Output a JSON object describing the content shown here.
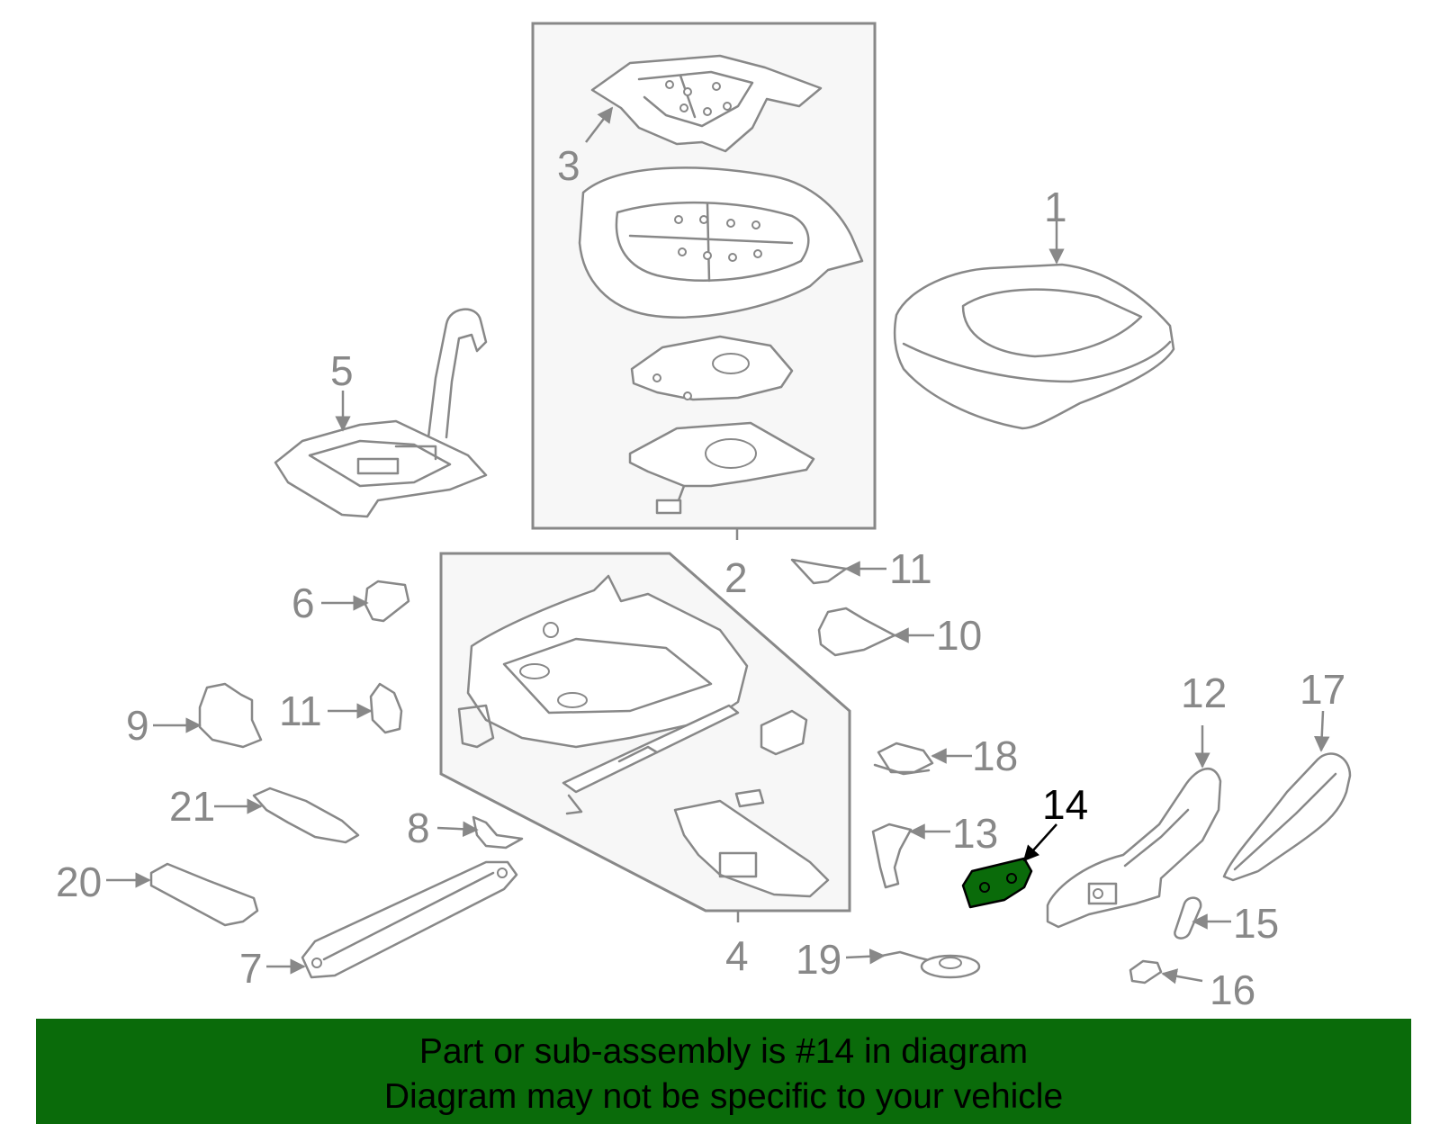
{
  "colors": {
    "line": "#888888",
    "highlight_fill": "#0a6b0a",
    "highlight_label": "#000000",
    "banner_bg": "#0a6b0a"
  },
  "callouts": {
    "c1": "1",
    "c2": "2",
    "c3": "3",
    "c4": "4",
    "c5": "5",
    "c6": "6",
    "c7": "7",
    "c8": "8",
    "c9": "9",
    "c10": "10",
    "c11a": "11",
    "c11b": "11",
    "c12": "12",
    "c13": "13",
    "c14": "14",
    "c15": "15",
    "c16": "16",
    "c17": "17",
    "c18": "18",
    "c19": "19",
    "c20": "20",
    "c21": "21"
  },
  "highlighted_part": "14",
  "banner": {
    "line1": "Part or sub-assembly is #14 in diagram",
    "line2": "Diagram may not be specific to your vehicle"
  }
}
